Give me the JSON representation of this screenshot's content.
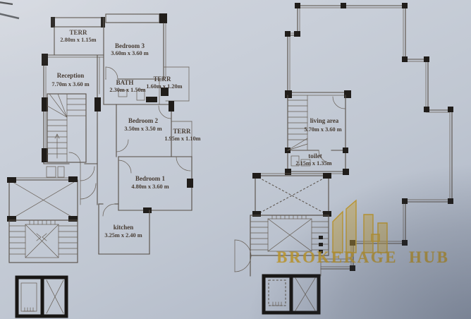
{
  "left_plan": {
    "rooms": [
      {
        "name": "TERR",
        "dims": "2.80m x 1.15m"
      },
      {
        "name": "Bedroom 3",
        "dims": "3.60m x 3.60 m"
      },
      {
        "name": "Reception",
        "dims": "7.70m x 3.60 m"
      },
      {
        "name": "BATH",
        "dims": "2.30m x 1.50m"
      },
      {
        "name": "TERR",
        "dims": "1.60m x 1.20m"
      },
      {
        "name": "Bedroom 2",
        "dims": "3.50m x 3.50 m"
      },
      {
        "name": "TERR",
        "dims": "1.95m x 1.10m"
      },
      {
        "name": "Bedroom 1",
        "dims": "4.80m x 3.60 m"
      },
      {
        "name": "kitchen",
        "dims": "3.25m x 2.40 m"
      }
    ]
  },
  "right_plan": {
    "rooms": [
      {
        "name": "living area",
        "dims": "5.70m x 3.60 m"
      },
      {
        "name": "toilet",
        "dims": "2.15m x 1.35m"
      }
    ]
  },
  "watermark": {
    "logo": "BH",
    "brand_word1": "BROKERAGE",
    "brand_word2": "HUB",
    "gold": "#c2a14b"
  }
}
